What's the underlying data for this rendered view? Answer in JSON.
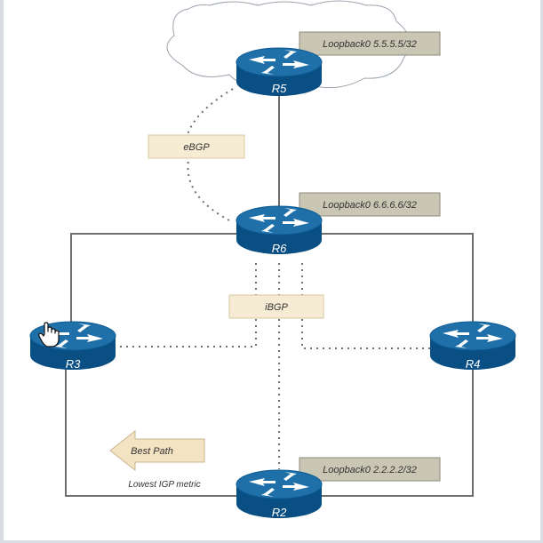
{
  "routers": {
    "r5": {
      "label": "R5"
    },
    "r6": {
      "label": "R6"
    },
    "r3": {
      "label": "R3"
    },
    "r4": {
      "label": "R4"
    },
    "r2": {
      "label": "R2"
    }
  },
  "loopbacks": {
    "r5": "Loopback0 5.5.5.5/32",
    "r6": "Loopback0 6.6.6.6/32",
    "r2": "Loopback0 2.2.2.2/32"
  },
  "sessions": {
    "ebgp": "eBGP",
    "ibgp": "iBGP"
  },
  "best_path": {
    "label": "Best Path",
    "note": "Lowest IGP metric"
  },
  "colors": {
    "router_top": "#1f6fa8",
    "router_side": "#0a4f84",
    "link": "#6e6e6e",
    "session_box": "#f6ecd4",
    "loopback_box": "#c9c6b4",
    "arrow_fill": "#f4e3c3"
  },
  "icons": {
    "cursor": "hand-pointer-icon",
    "cloud": "cloud-icon",
    "router": "router-icon"
  }
}
